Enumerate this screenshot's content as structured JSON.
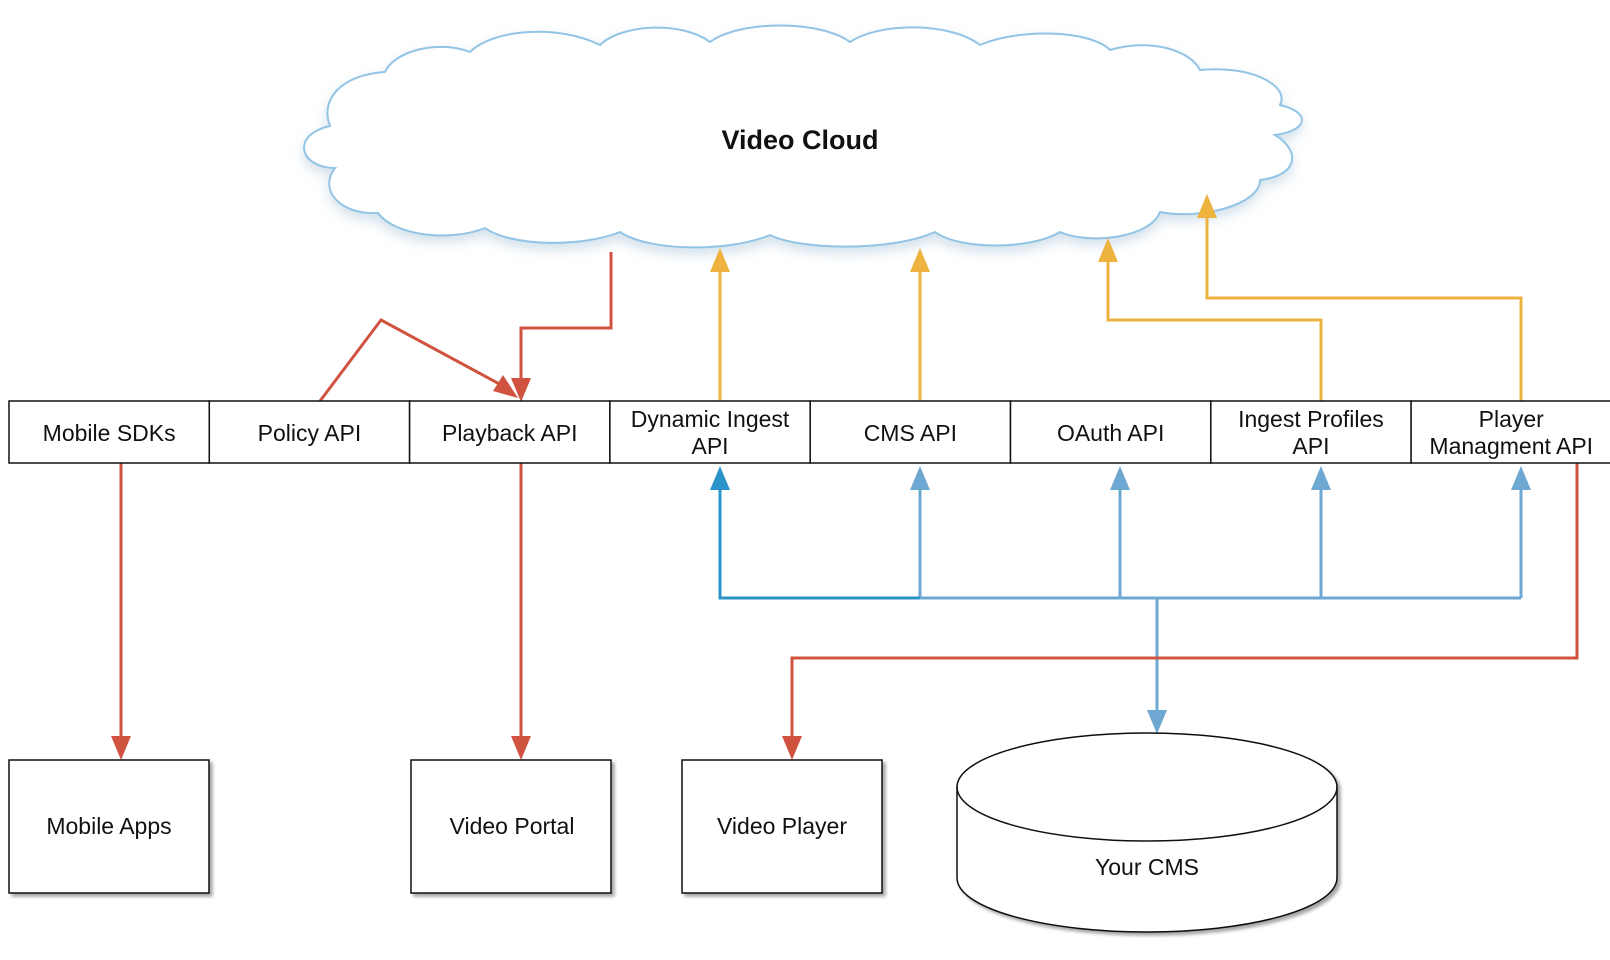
{
  "cloud": {
    "label": "Video Cloud"
  },
  "apis": [
    {
      "id": "mobile-sdks",
      "lines": [
        "Mobile SDKs"
      ]
    },
    {
      "id": "policy-api",
      "lines": [
        "Policy API"
      ]
    },
    {
      "id": "playback-api",
      "lines": [
        "Playback API"
      ]
    },
    {
      "id": "dynamic-ingest-api",
      "lines": [
        "Dynamic Ingest",
        "API"
      ]
    },
    {
      "id": "cms-api",
      "lines": [
        "CMS API"
      ]
    },
    {
      "id": "oauth-api",
      "lines": [
        "OAuth API"
      ]
    },
    {
      "id": "ingest-profiles-api",
      "lines": [
        "Ingest Profiles",
        "API"
      ]
    },
    {
      "id": "player-management-api",
      "lines": [
        "Player",
        "Managment API"
      ]
    }
  ],
  "clients": [
    {
      "id": "mobile-apps",
      "label": "Mobile Apps"
    },
    {
      "id": "video-portal",
      "label": "Video Portal"
    },
    {
      "id": "video-player",
      "label": "Video Player"
    }
  ],
  "database": {
    "label": "Your CMS"
  },
  "colors": {
    "red": "#d0533f",
    "orange": "#eeb23e",
    "blue": "#6ea7d1",
    "dark_blue": "#2a94c9",
    "cloud_stroke": "#92c4e6",
    "box_stroke": "#111111"
  }
}
